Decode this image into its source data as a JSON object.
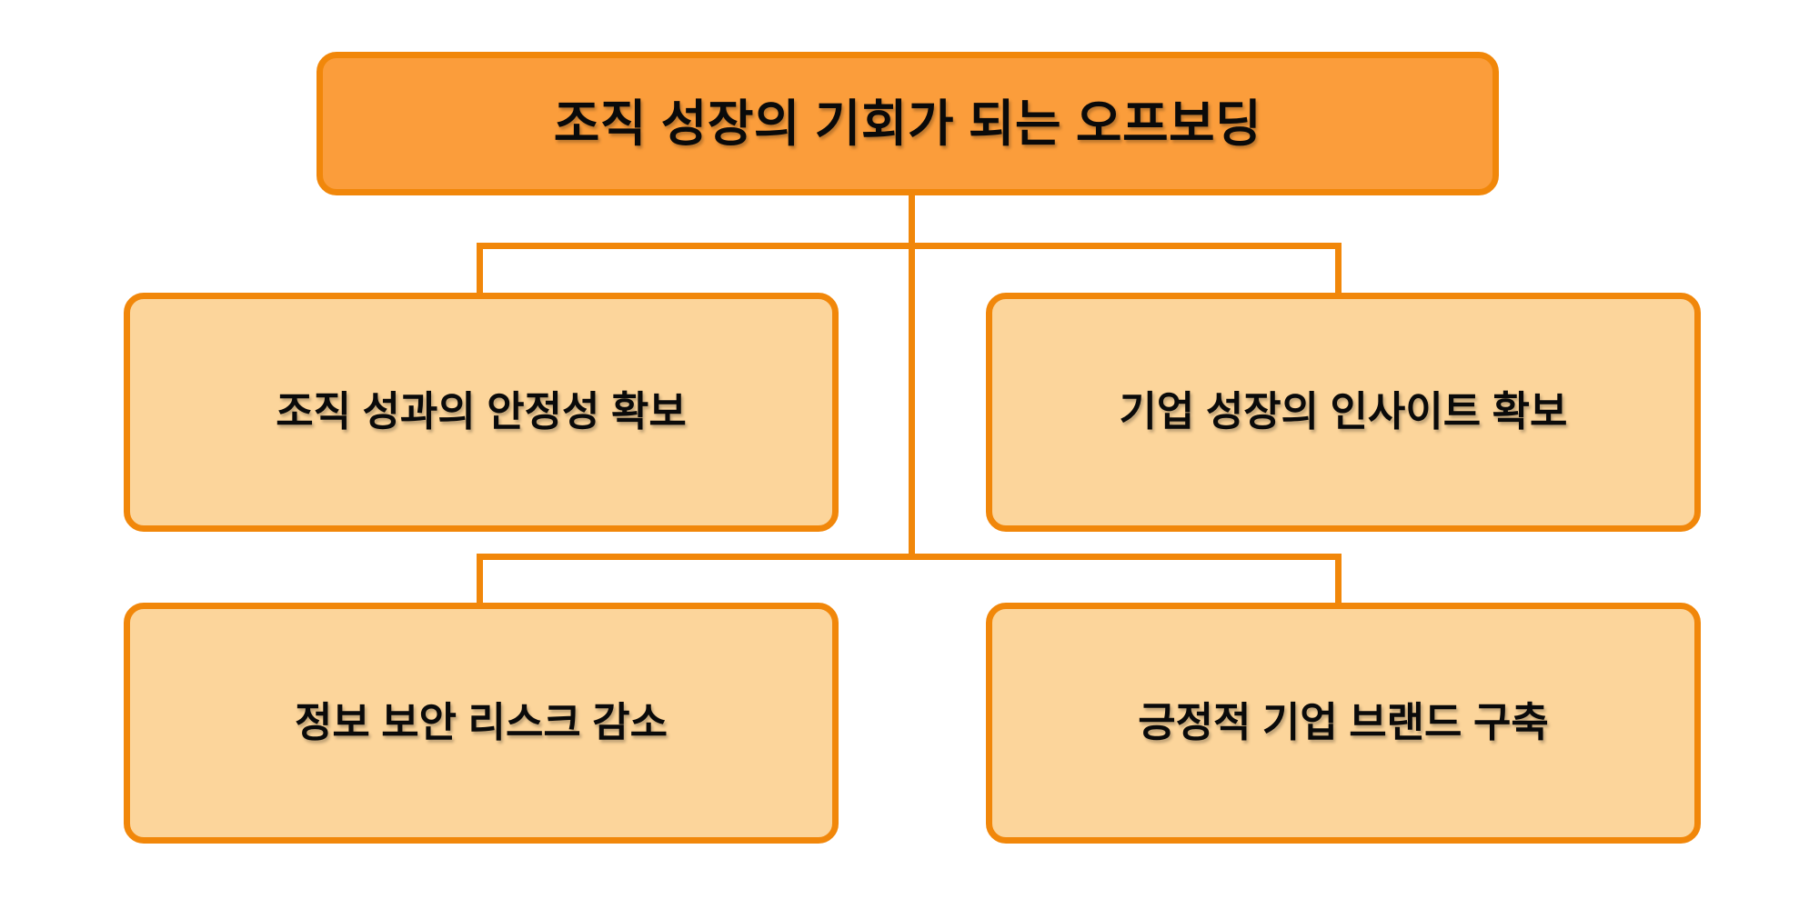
{
  "diagram": {
    "title_node": {
      "label": "조직 성장의 기회가 되는 오프보딩"
    },
    "child_nodes": [
      {
        "label": "조직 성과의 안정성 확보"
      },
      {
        "label": "기업 성장의 인사이트 확보"
      },
      {
        "label": "정보 보안 리스크 감소"
      },
      {
        "label": "긍정적 기업 브랜드 구축"
      }
    ],
    "colors": {
      "background": "#FFFFFF",
      "root_fill": "#FB9D3B",
      "child_fill": "#FCD59B",
      "line": "#F1870A",
      "text": "#0A0A0A"
    }
  }
}
